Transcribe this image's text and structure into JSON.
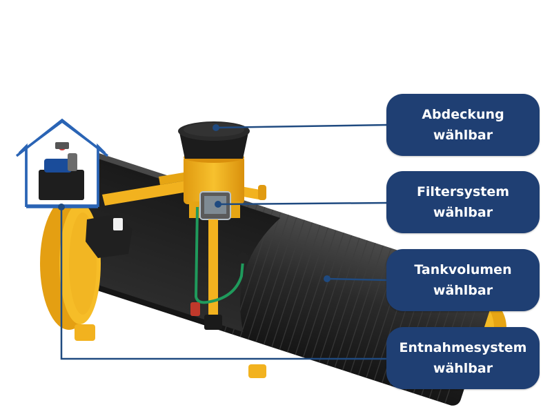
{
  "labels": {
    "cover": {
      "line1": "Abdeckung",
      "line2": "wählbar"
    },
    "filter": {
      "line1": "Filtersystem",
      "line2": "wählbar"
    },
    "volume": {
      "line1": "Tankvolumen",
      "line2": "wählbar"
    },
    "extraction": {
      "line1": "Entnahmesystem",
      "line2": "wählbar"
    }
  },
  "colors": {
    "label_bg": "#1f3f73",
    "connector": "#1f4a80",
    "tank_body": "#2e2e2e",
    "tank_yellow": "#f2b21f",
    "house_outline": "#2a64b5",
    "green_hose": "#1f9a5c"
  }
}
